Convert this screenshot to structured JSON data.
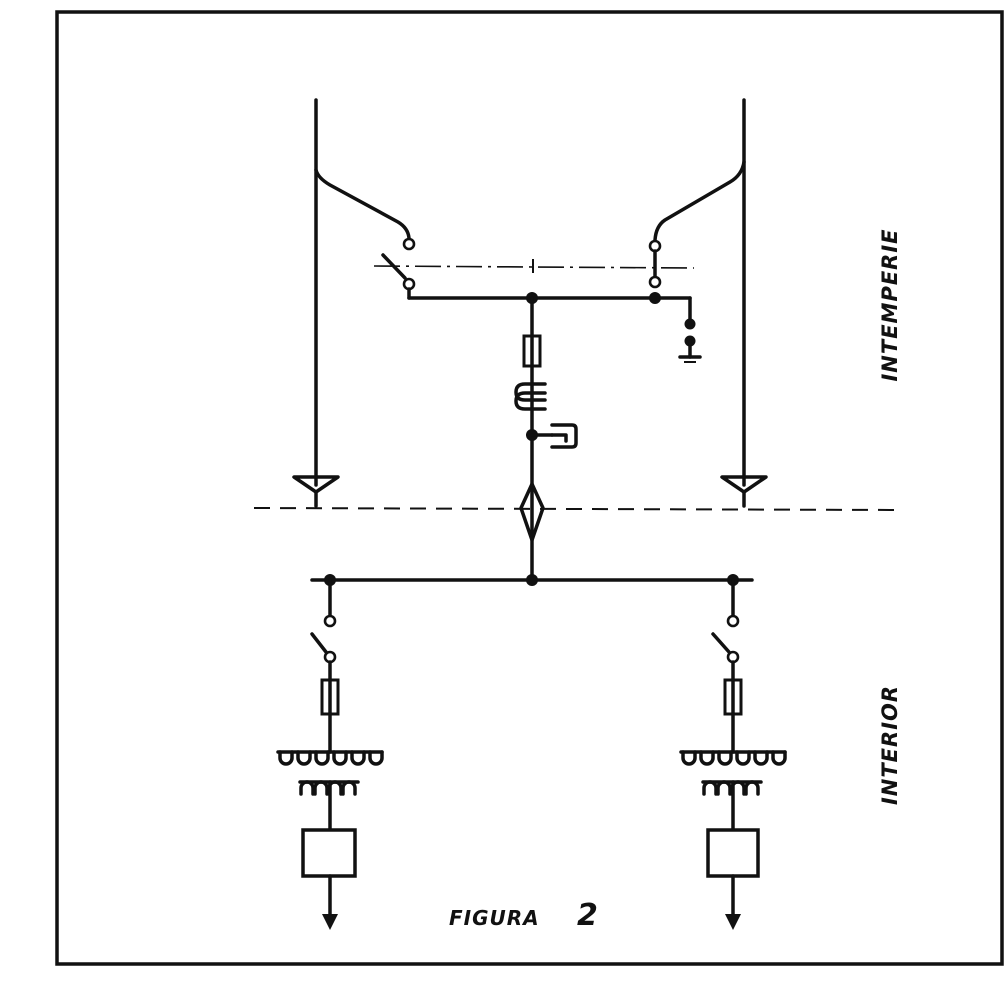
{
  "zone_labels": {
    "outdoor": "INTEMPERIE",
    "indoor": "INTERIOR"
  },
  "caption": {
    "word": "FIGURA",
    "number": "2"
  }
}
